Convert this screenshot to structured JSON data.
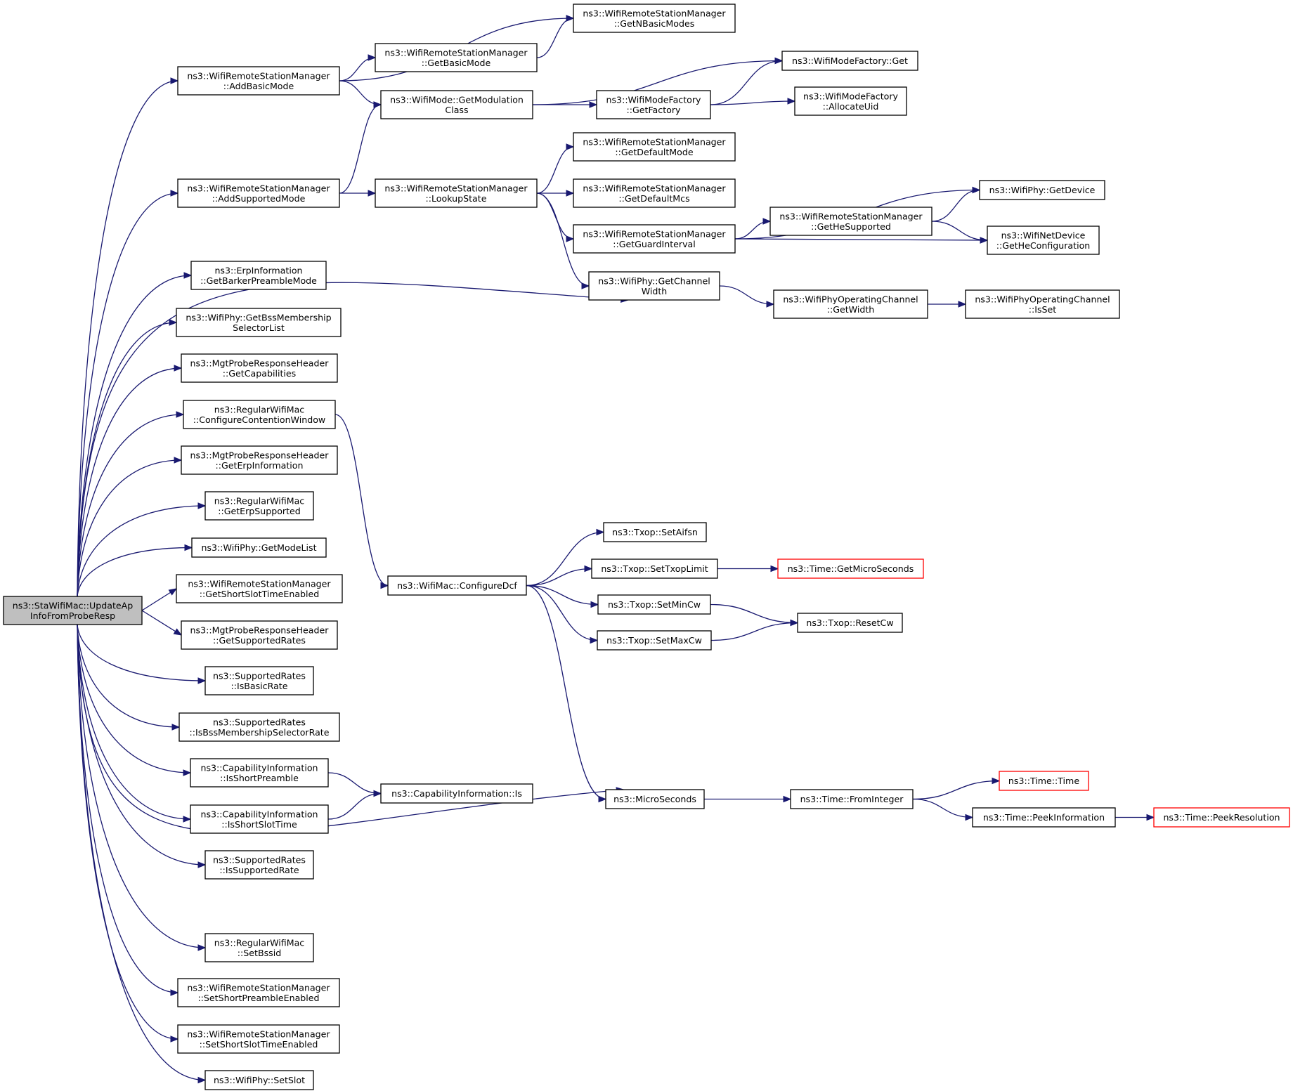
{
  "colors": {
    "edge": "#191970",
    "node_border": "#000000",
    "node_border_truncated": "#ff0000",
    "root_fill": "#bfbfbf",
    "node_fill": "#ffffff"
  },
  "nodes": [
    {
      "id": "root",
      "lines": [
        "ns3::StaWifiMac::UpdateAp",
        "InfoFromProbeResp"
      ]
    },
    {
      "id": "n1",
      "lines": [
        "ns3::WifiRemoteStationManager",
        "::AddBasicMode"
      ]
    },
    {
      "id": "n2",
      "lines": [
        "ns3::WifiRemoteStationManager",
        "::GetNBasicModes"
      ]
    },
    {
      "id": "n3",
      "lines": [
        "ns3::WifiRemoteStationManager",
        "::GetBasicMode"
      ]
    },
    {
      "id": "n4",
      "lines": [
        "ns3::WifiMode::GetModulation",
        "Class"
      ]
    },
    {
      "id": "n5",
      "lines": [
        "ns3::WifiModeFactory::Get"
      ]
    },
    {
      "id": "n6",
      "lines": [
        "ns3::WifiModeFactory",
        "::GetFactory"
      ]
    },
    {
      "id": "n7",
      "lines": [
        "ns3::WifiModeFactory",
        "::AllocateUid"
      ]
    },
    {
      "id": "n8",
      "lines": [
        "ns3::WifiRemoteStationManager",
        "::AddSupportedMode"
      ]
    },
    {
      "id": "n9",
      "lines": [
        "ns3::WifiRemoteStationManager",
        "::LookupState"
      ]
    },
    {
      "id": "n10",
      "lines": [
        "ns3::WifiRemoteStationManager",
        "::GetDefaultMode"
      ]
    },
    {
      "id": "n11",
      "lines": [
        "ns3::WifiRemoteStationManager",
        "::GetDefaultMcs"
      ]
    },
    {
      "id": "n12",
      "lines": [
        "ns3::WifiRemoteStationManager",
        "::GetGuardInterval"
      ]
    },
    {
      "id": "n13",
      "lines": [
        "ns3::WifiPhy::GetDevice"
      ]
    },
    {
      "id": "n14",
      "lines": [
        "ns3::WifiRemoteStationManager",
        "::GetHeSupported"
      ]
    },
    {
      "id": "n15",
      "lines": [
        "ns3::WifiNetDevice",
        "::GetHeConfiguration"
      ]
    },
    {
      "id": "n16",
      "lines": [
        "ns3::WifiPhy::GetChannel",
        "Width"
      ]
    },
    {
      "id": "n17",
      "lines": [
        "ns3::WifiPhyOperatingChannel",
        "::GetWidth"
      ]
    },
    {
      "id": "n18",
      "lines": [
        "ns3::WifiPhyOperatingChannel",
        "::IsSet"
      ]
    },
    {
      "id": "n19",
      "lines": [
        "ns3::ErpInformation",
        "::GetBarkerPreambleMode"
      ]
    },
    {
      "id": "n20",
      "lines": [
        "ns3::WifiPhy::GetBssMembership",
        "SelectorList"
      ]
    },
    {
      "id": "n21",
      "lines": [
        "ns3::MgtProbeResponseHeader",
        "::GetCapabilities"
      ]
    },
    {
      "id": "n22",
      "lines": [
        "ns3::RegularWifiMac",
        "::ConfigureContentionWindow"
      ]
    },
    {
      "id": "n23",
      "lines": [
        "ns3::WifiMac::ConfigureDcf"
      ]
    },
    {
      "id": "n24",
      "lines": [
        "ns3::Txop::SetAifsn"
      ]
    },
    {
      "id": "n25",
      "lines": [
        "ns3::Txop::SetTxopLimit"
      ]
    },
    {
      "id": "n26",
      "lines": [
        "ns3::Time::GetMicroSeconds"
      ]
    },
    {
      "id": "n27",
      "lines": [
        "ns3::Txop::SetMinCw"
      ]
    },
    {
      "id": "n28",
      "lines": [
        "ns3::Txop::ResetCw"
      ]
    },
    {
      "id": "n29",
      "lines": [
        "ns3::Txop::SetMaxCw"
      ]
    },
    {
      "id": "n30",
      "lines": [
        "ns3::MgtProbeResponseHeader",
        "::GetErpInformation"
      ]
    },
    {
      "id": "n31",
      "lines": [
        "ns3::RegularWifiMac",
        "::GetErpSupported"
      ]
    },
    {
      "id": "n32",
      "lines": [
        "ns3::WifiPhy::GetModeList"
      ]
    },
    {
      "id": "n33",
      "lines": [
        "ns3::WifiRemoteStationManager",
        "::GetShortSlotTimeEnabled"
      ]
    },
    {
      "id": "n34",
      "lines": [
        "ns3::MgtProbeResponseHeader",
        "::GetSupportedRates"
      ]
    },
    {
      "id": "n35",
      "lines": [
        "ns3::SupportedRates",
        "::IsBasicRate"
      ]
    },
    {
      "id": "n36",
      "lines": [
        "ns3::SupportedRates",
        "::IsBssMembershipSelectorRate"
      ]
    },
    {
      "id": "n37",
      "lines": [
        "ns3::CapabilityInformation",
        "::IsShortPreamble"
      ]
    },
    {
      "id": "n38",
      "lines": [
        "ns3::CapabilityInformation::Is"
      ]
    },
    {
      "id": "n39",
      "lines": [
        "ns3::CapabilityInformation",
        "::IsShortSlotTime"
      ]
    },
    {
      "id": "n40",
      "lines": [
        "ns3::MicroSeconds"
      ]
    },
    {
      "id": "n41",
      "lines": [
        "ns3::Time::FromInteger"
      ]
    },
    {
      "id": "n42",
      "lines": [
        "ns3::Time::Time"
      ]
    },
    {
      "id": "n43",
      "lines": [
        "ns3::Time::PeekInformation"
      ]
    },
    {
      "id": "n44",
      "lines": [
        "ns3::Time::PeekResolution"
      ]
    },
    {
      "id": "n45",
      "lines": [
        "ns3::SupportedRates",
        "::IsSupportedRate"
      ]
    },
    {
      "id": "n46",
      "lines": [
        "ns3::RegularWifiMac",
        "::SetBssid"
      ]
    },
    {
      "id": "n47",
      "lines": [
        "ns3::WifiRemoteStationManager",
        "::SetShortPreambleEnabled"
      ]
    },
    {
      "id": "n48",
      "lines": [
        "ns3::WifiRemoteStationManager",
        "::SetShortSlotTimeEnabled"
      ]
    },
    {
      "id": "n49",
      "lines": [
        "ns3::WifiPhy::SetSlot"
      ]
    }
  ],
  "edges": [
    [
      "root",
      "n1"
    ],
    [
      "root",
      "n8"
    ],
    [
      "root",
      "n16"
    ],
    [
      "root",
      "n19"
    ],
    [
      "root",
      "n20"
    ],
    [
      "root",
      "n21"
    ],
    [
      "root",
      "n22"
    ],
    [
      "root",
      "n30"
    ],
    [
      "root",
      "n31"
    ],
    [
      "root",
      "n32"
    ],
    [
      "root",
      "n33"
    ],
    [
      "root",
      "n34"
    ],
    [
      "root",
      "n35"
    ],
    [
      "root",
      "n36"
    ],
    [
      "root",
      "n37"
    ],
    [
      "root",
      "n39"
    ],
    [
      "root",
      "n40"
    ],
    [
      "root",
      "n45"
    ],
    [
      "root",
      "n46"
    ],
    [
      "root",
      "n47"
    ],
    [
      "root",
      "n48"
    ],
    [
      "root",
      "n49"
    ],
    [
      "n1",
      "n2"
    ],
    [
      "n1",
      "n3"
    ],
    [
      "n1",
      "n4"
    ],
    [
      "n3",
      "n2"
    ],
    [
      "n4",
      "n5"
    ],
    [
      "n4",
      "n6"
    ],
    [
      "n6",
      "n5"
    ],
    [
      "n6",
      "n7"
    ],
    [
      "n8",
      "n4"
    ],
    [
      "n8",
      "n9"
    ],
    [
      "n9",
      "n10"
    ],
    [
      "n9",
      "n11"
    ],
    [
      "n9",
      "n12"
    ],
    [
      "n9",
      "n16"
    ],
    [
      "n12",
      "n13"
    ],
    [
      "n12",
      "n14"
    ],
    [
      "n12",
      "n15"
    ],
    [
      "n14",
      "n13"
    ],
    [
      "n14",
      "n15"
    ],
    [
      "n16",
      "n17"
    ],
    [
      "n17",
      "n18"
    ],
    [
      "n22",
      "n23"
    ],
    [
      "n23",
      "n24"
    ],
    [
      "n23",
      "n25"
    ],
    [
      "n23",
      "n27"
    ],
    [
      "n23",
      "n29"
    ],
    [
      "n23",
      "n40"
    ],
    [
      "n25",
      "n26"
    ],
    [
      "n27",
      "n28"
    ],
    [
      "n29",
      "n28"
    ],
    [
      "n37",
      "n38"
    ],
    [
      "n39",
      "n38"
    ],
    [
      "n40",
      "n41"
    ],
    [
      "n41",
      "n42"
    ],
    [
      "n41",
      "n43"
    ],
    [
      "n43",
      "n44"
    ]
  ]
}
